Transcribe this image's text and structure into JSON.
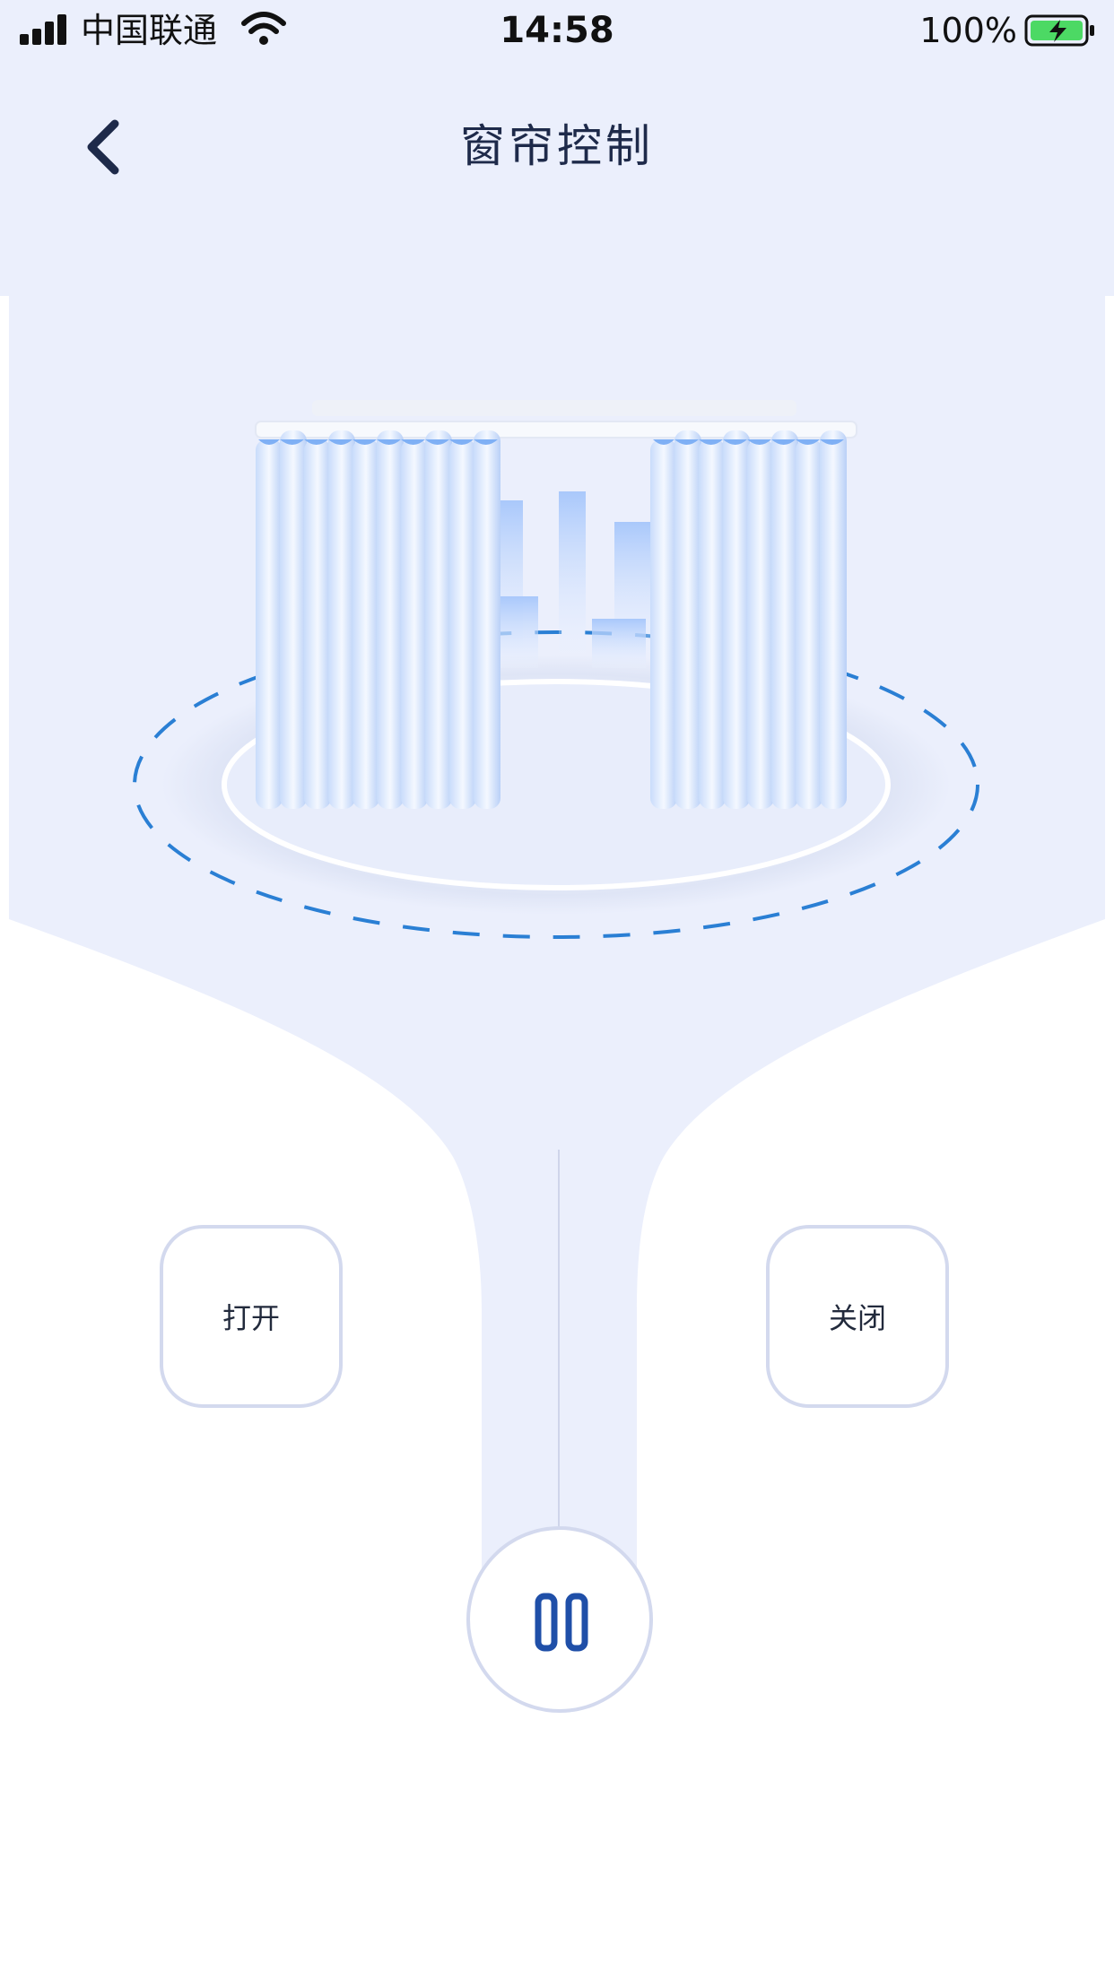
{
  "status_bar": {
    "carrier": "中国联通",
    "time": "14:58",
    "battery_percent": "100%"
  },
  "header": {
    "title": "窗帘控制",
    "back_icon": "chevron-left-icon"
  },
  "controls": {
    "open_label": "打开",
    "close_label": "关闭",
    "pause_icon": "pause-icon"
  },
  "colors": {
    "background_tint": "#ebeffc",
    "accent_blue": "#1f5fbf",
    "dashed_ring": "#2a7fd4",
    "button_border": "#d3d9ee",
    "text_dark": "#1e2a4a"
  }
}
